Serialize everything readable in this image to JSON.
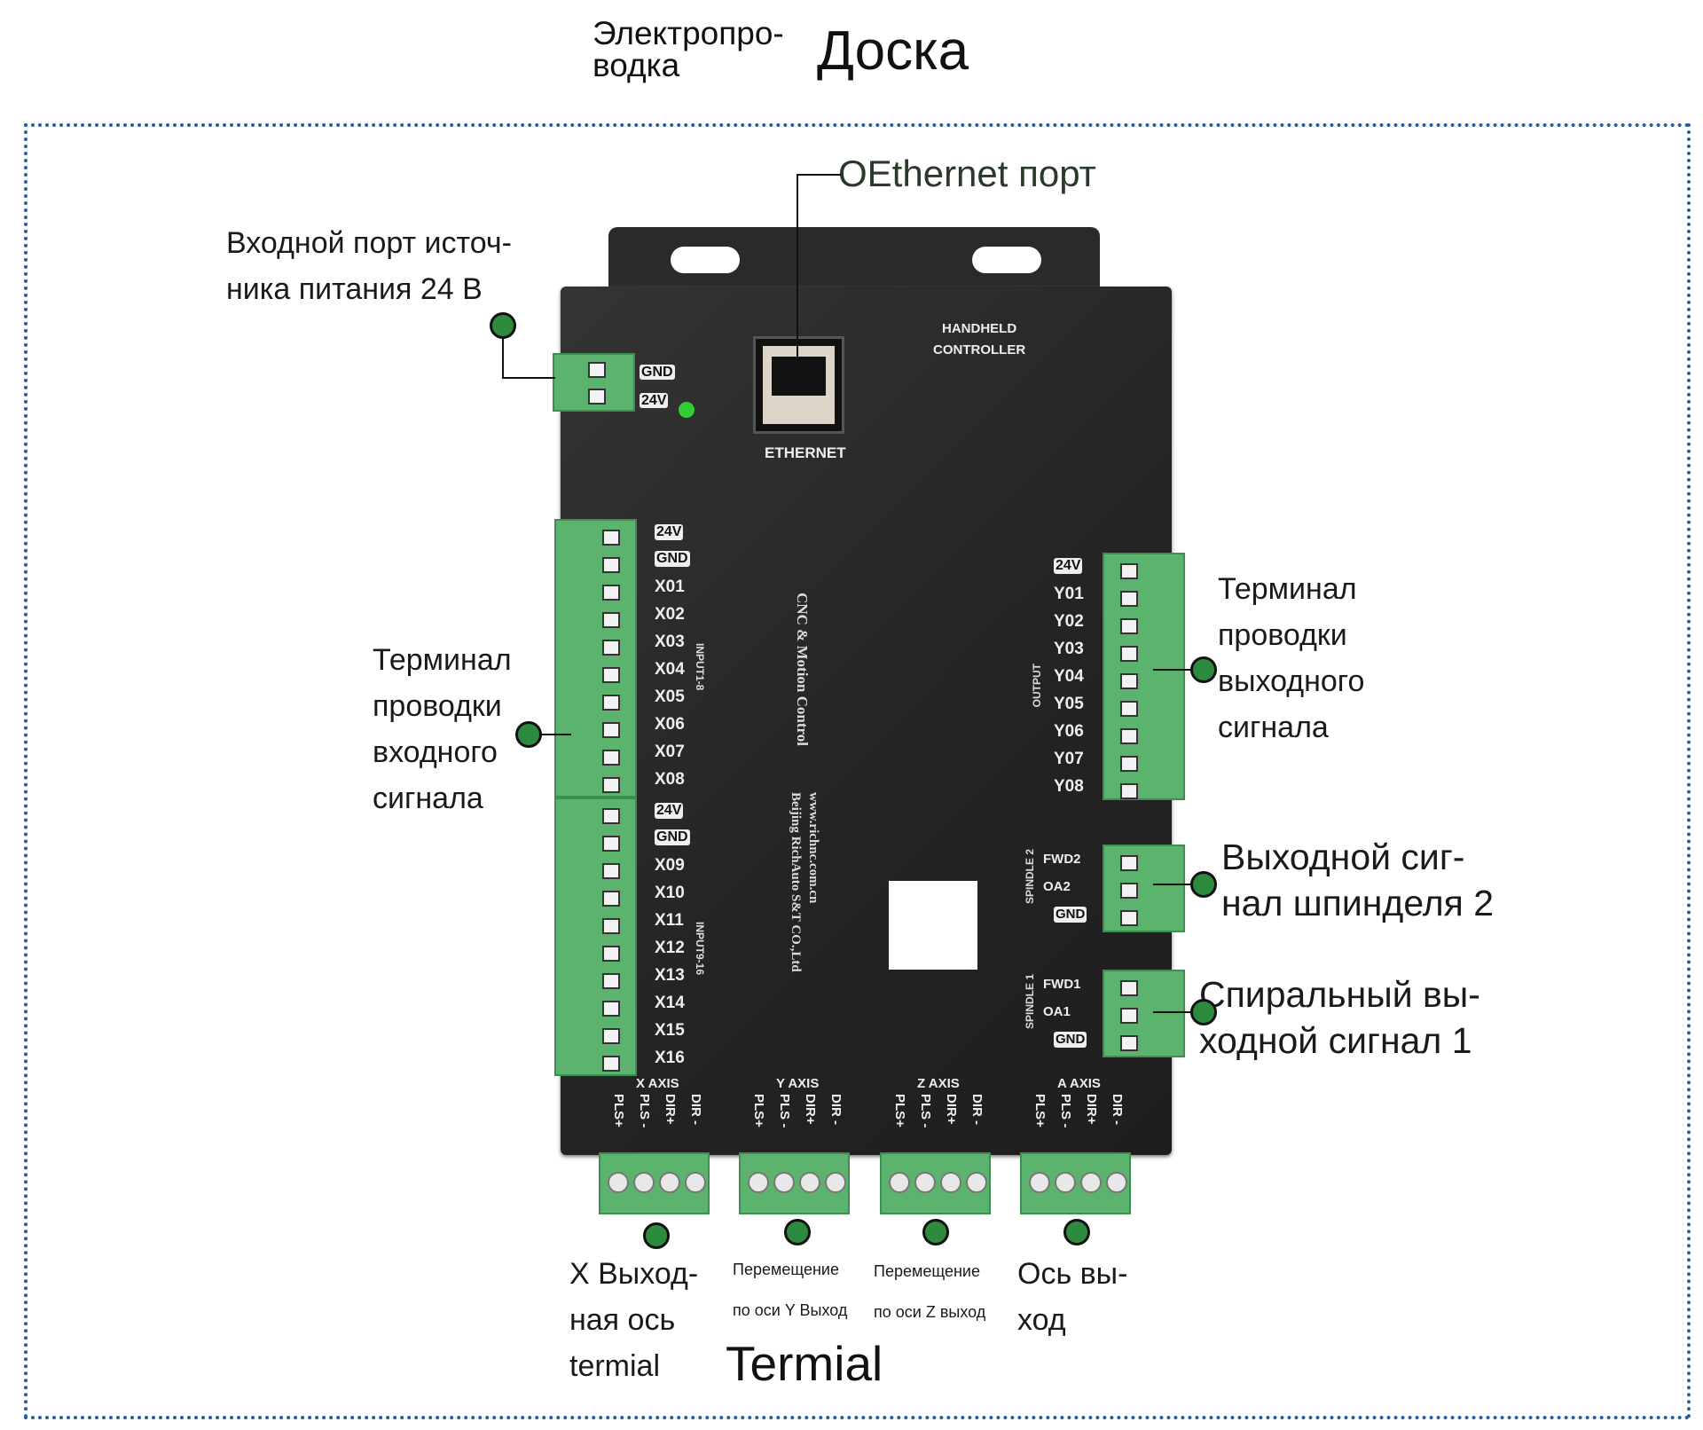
{
  "header": {
    "title_small": "Электропро-\nводка",
    "title_big": "Доска"
  },
  "callouts": {
    "ethernet": "ОEthernet порт",
    "power": "Входной порт источ-\nника питания 24 В",
    "input": "Терминал\nпроводки\nвходного\nсигнала",
    "output": "Терминал\nпроводки\nвыходного\nсигнала",
    "spindle2": "Выходной сиг-\nнал шпинделя 2",
    "spindle1": "Спиральный вы-\nходной сигнал 1",
    "x_axis": "X Выход-\nная ось\ntermial",
    "y_axis": "Перемещение\nпо оси Y Выход",
    "z_axis": "Перемещение\nпо оси Z выход",
    "a_axis": "Ось вы-\nход",
    "termial": "Termial"
  },
  "device": {
    "handheld": "HANDHELD\nCONTROLLER",
    "ethernet": "ETHERNET",
    "power_tags": [
      "GND",
      "24V"
    ],
    "brand": "CNC & Motion Control",
    "company": "www.richnc.com.cn\nBeijing RichAuto S&T CO.,Ltd",
    "input_group1": "INPUT1-8",
    "input_group2": "INPUT9-16",
    "input_tags": [
      "24V",
      "GND"
    ],
    "inputs1": [
      "X01",
      "X02",
      "X03",
      "X04",
      "X05",
      "X06",
      "X07",
      "X08"
    ],
    "inputs2": [
      "X09",
      "X10",
      "X11",
      "X12",
      "X13",
      "X14",
      "X15",
      "X16"
    ],
    "output_group": "OUTPUT",
    "output_tag": "24V",
    "outputs": [
      "Y01",
      "Y02",
      "Y03",
      "Y04",
      "Y05",
      "Y06",
      "Y07",
      "Y08"
    ],
    "spindle2": {
      "name": "SPINDLE 2",
      "pins": [
        "FWD2",
        "OA2",
        "GND"
      ]
    },
    "spindle1": {
      "name": "SPINDLE 1",
      "pins": [
        "FWD1",
        "OA1",
        "GND"
      ]
    },
    "axes": [
      {
        "name": "X AXIS"
      },
      {
        "name": "Y AXIS"
      },
      {
        "name": "Z AXIS"
      },
      {
        "name": "A AXIS"
      }
    ],
    "axis_pins": [
      "PLS+",
      "PLS -",
      "DIR+",
      "DIR -"
    ]
  }
}
